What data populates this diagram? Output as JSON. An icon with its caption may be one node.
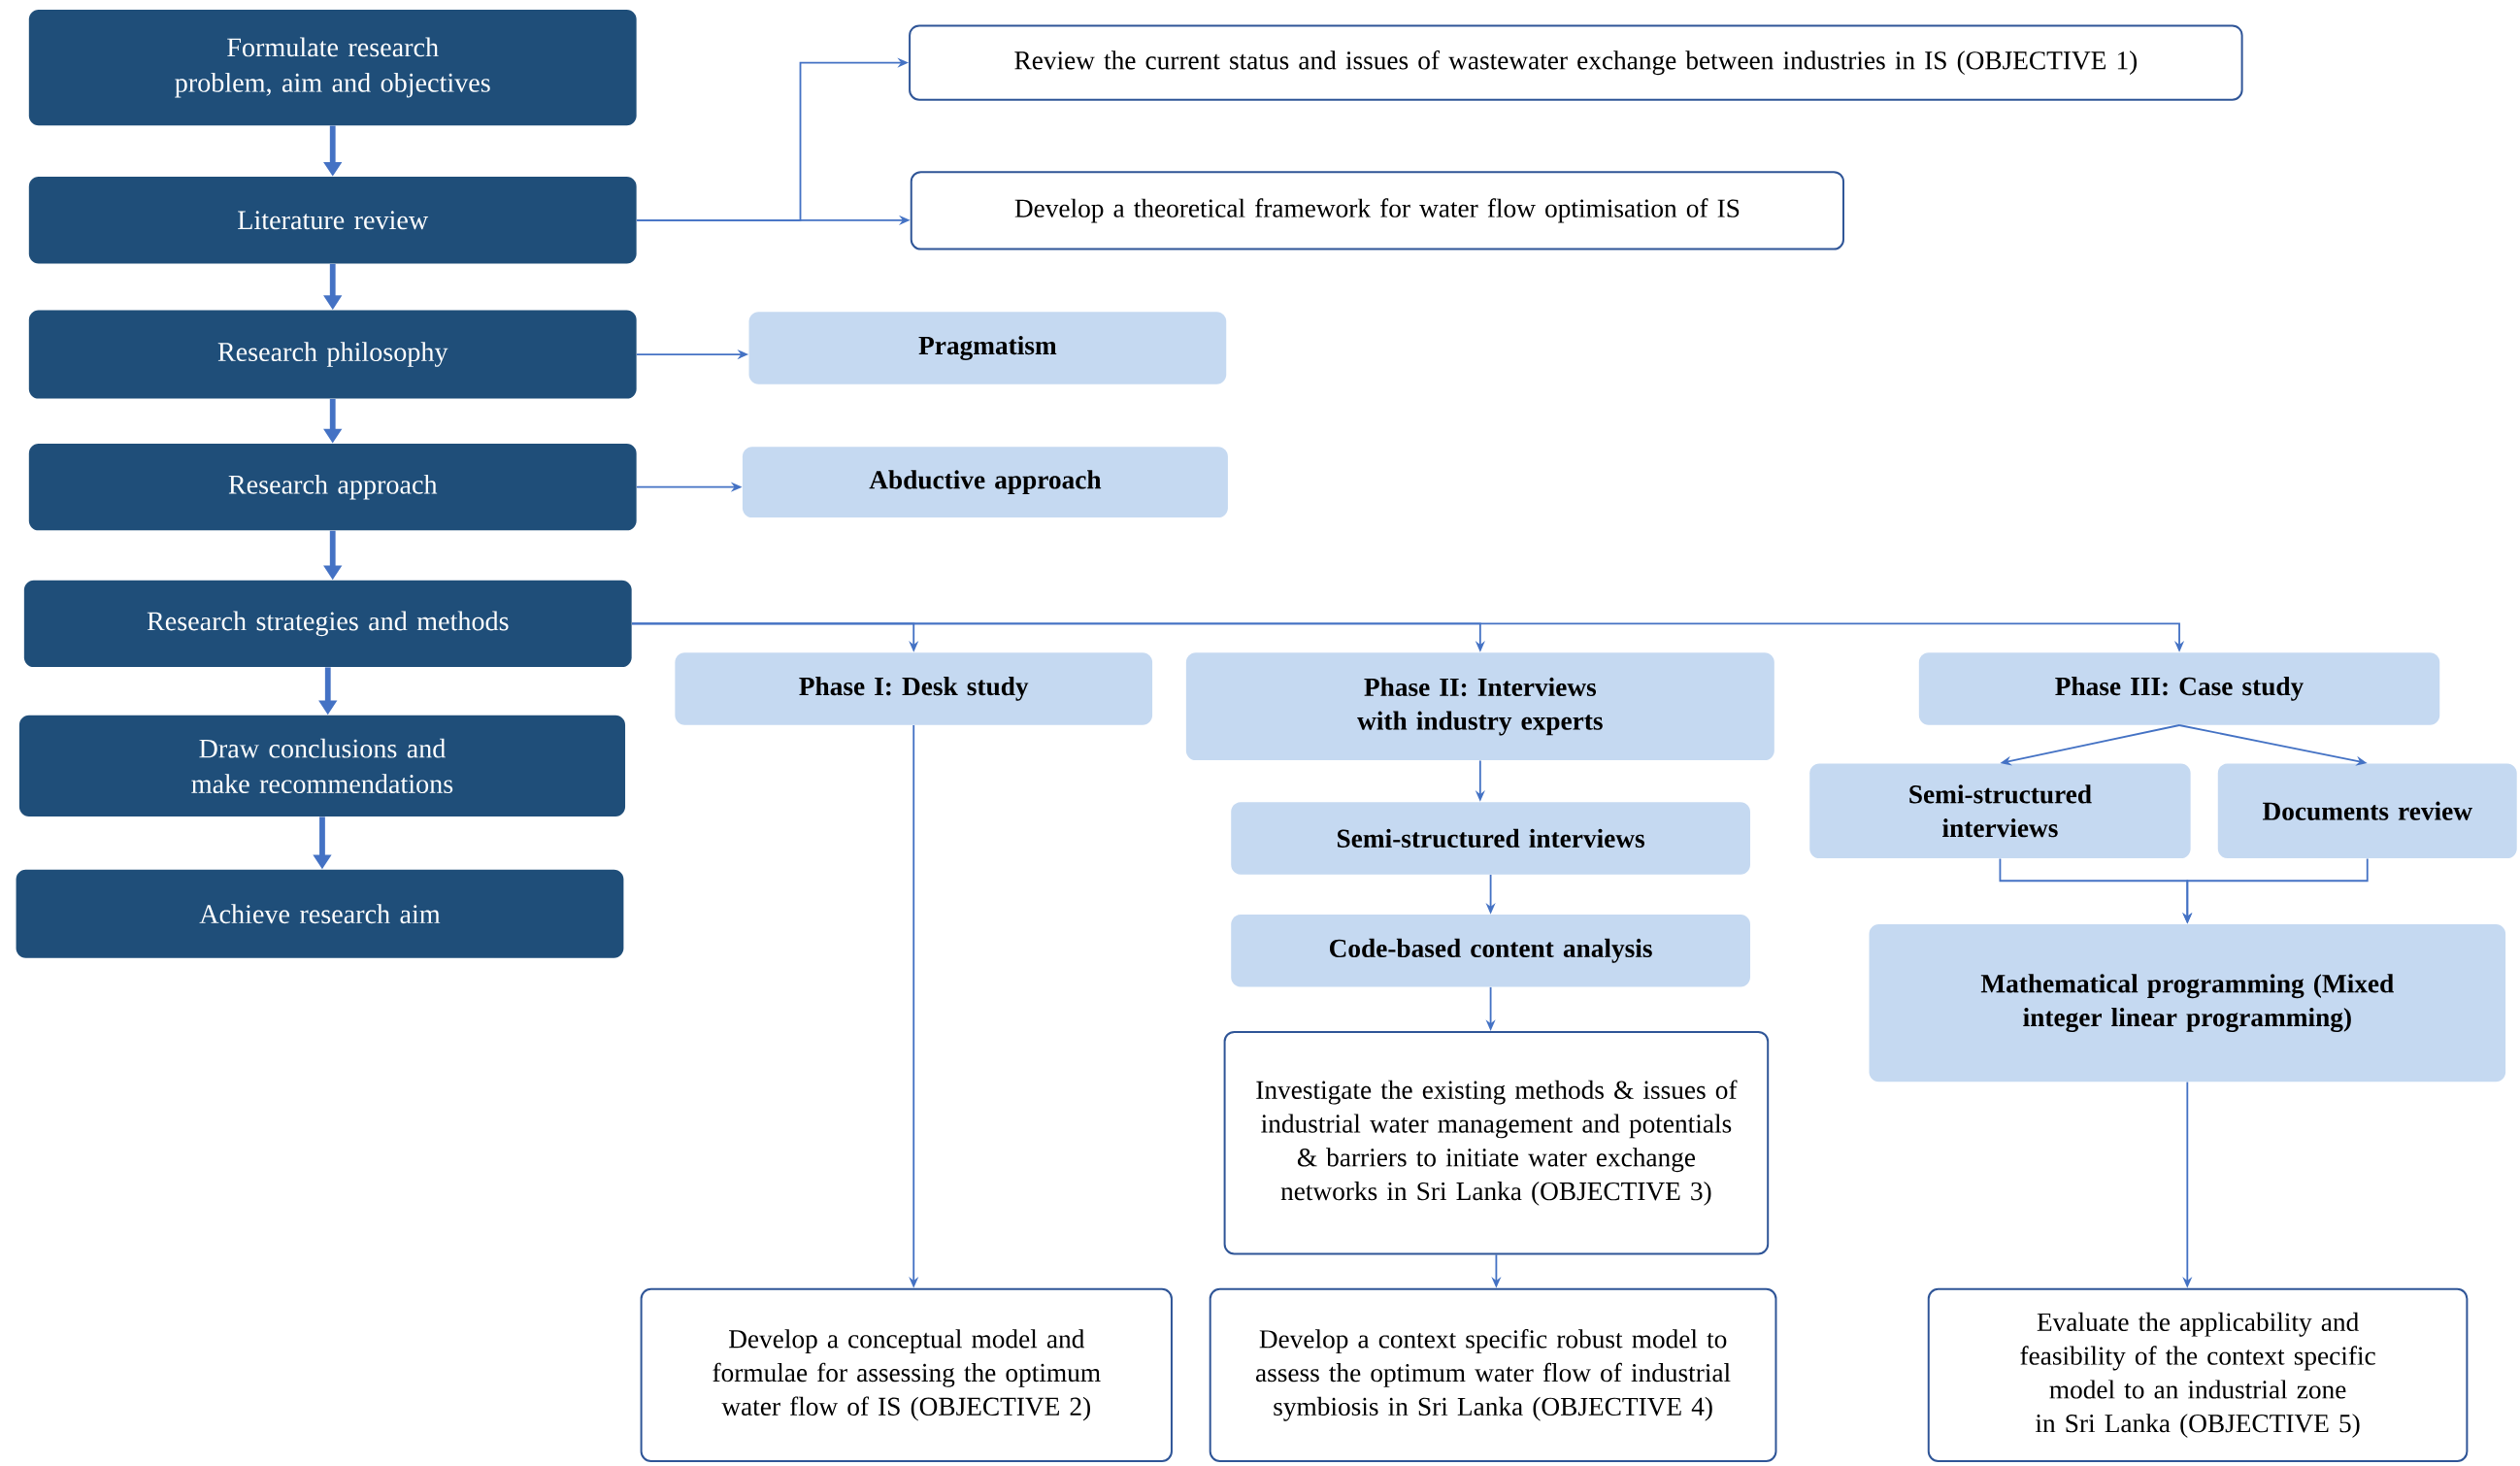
{
  "diagram": {
    "nodes": [
      {
        "text": [
          "Formulate research problem, aim and objectives"
        ]
      },
      {
        "text": [
          "Literature review"
        ]
      },
      {
        "text": [
          "Research philosophy"
        ]
      },
      {
        "text": [
          "Research approach"
        ]
      },
      {
        "text": [
          "Research strategies and methods"
        ]
      },
      {
        "text": [
          "Draw conclusions and make recommendations"
        ]
      },
      {
        "text": [
          "Achieve research aim"
        ]
      },
      {
        "text": [
          "Review the current status and issues of wastewater exchange between industries in IS (OBJECTIVE 1)"
        ]
      },
      {
        "text": [
          "Develop a theoretical framework for water flow optimisation of IS"
        ]
      },
      {
        "text": [
          "Pragmatism"
        ]
      },
      {
        "text": [
          "Abductive approach"
        ]
      },
      {
        "text": [
          "Phase I: Desk study"
        ]
      },
      {
        "text": [
          "Phase II: Interviews with industry experts"
        ]
      },
      {
        "text": [
          "Phase III: Case study"
        ]
      },
      {
        "text": [
          "Semi-structured interviews"
        ]
      },
      {
        "text": [
          "Documents review"
        ]
      },
      {
        "text": [
          "Semi-structured interviews"
        ]
      },
      {
        "text": [
          "Code-based content analysis"
        ]
      },
      {
        "text": [
          "Mathematical programming (Mixed integer linear programming)"
        ]
      },
      {
        "text": [
          "Investigate the existing methods & issues of industrial water management and potentials & barriers to initiate water exchange networks in Sri Lanka (OBJECTIVE 3)"
        ]
      },
      {
        "text": [
          "Develop a conceptual model and formulae for assessing the optimum water flow of IS (OBJECTIVE 2)"
        ]
      },
      {
        "text": [
          "Develop a context specific robust model to assess the optimum water flow of industrial symbiosis in Sri Lanka (OBJECTIVE 4)"
        ]
      },
      {
        "text": [
          "Evaluate the applicability and feasibility of the context specific model to an industrial zone in Sri Lanka (OBJECTIVE 5)"
        ]
      }
    ],
    "edges": [
      {
        "from": 0,
        "to": 1,
        "arrow": "to",
        "style": "thick"
      },
      {
        "from": 1,
        "to": 2,
        "arrow": "to",
        "style": "thick"
      },
      {
        "from": 2,
        "to": 3,
        "arrow": "to",
        "style": "thick"
      },
      {
        "from": 3,
        "to": 4,
        "arrow": "to",
        "style": "thick"
      },
      {
        "from": 4,
        "to": 5,
        "arrow": "to",
        "style": "thick"
      },
      {
        "from": 5,
        "to": 6,
        "arrow": "to",
        "style": "thick"
      },
      {
        "from": 1,
        "to": 7,
        "arrow": "to"
      },
      {
        "from": 1,
        "to": 8,
        "arrow": "to"
      },
      {
        "from": 2,
        "to": 9,
        "arrow": "to"
      },
      {
        "from": 3,
        "to": 10,
        "arrow": "to"
      },
      {
        "from": 4,
        "to": 11,
        "arrow": "to"
      },
      {
        "from": 4,
        "to": 12,
        "arrow": "to"
      },
      {
        "from": 4,
        "to": 13,
        "arrow": "to"
      },
      {
        "from": 13,
        "to": 14,
        "arrow": "to"
      },
      {
        "from": 13,
        "to": 15,
        "arrow": "to"
      },
      {
        "from": 14,
        "to": 18,
        "arrow": "to"
      },
      {
        "from": 15,
        "to": 18,
        "arrow": "to"
      },
      {
        "from": 12,
        "to": 16,
        "arrow": "to"
      },
      {
        "from": 16,
        "to": 17,
        "arrow": "to"
      },
      {
        "from": 17,
        "to": 19,
        "arrow": "to"
      },
      {
        "from": 19,
        "to": 21,
        "arrow": "to"
      },
      {
        "from": 11,
        "to": 20,
        "arrow": "to"
      },
      {
        "from": 18,
        "to": 22,
        "arrow": "to"
      }
    ]
  }
}
